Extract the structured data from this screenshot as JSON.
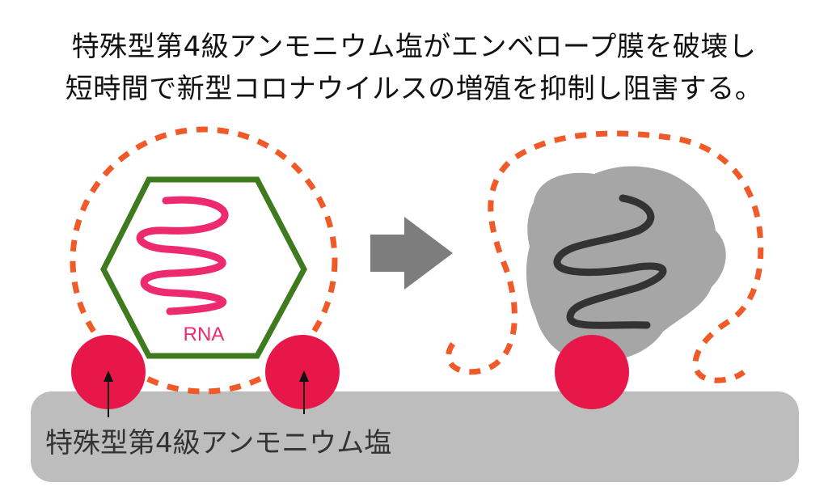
{
  "heading": {
    "line1": "特殊型第4級アンモニウム塩がエンベロープ膜を破壊し",
    "line2": "短時間で新型コロナウイルスの増殖を抑制し阻害する。"
  },
  "diagram": {
    "rna_label": "RNA",
    "bottom_label": "特殊型第4級アンモニウム塩",
    "colors": {
      "envelope": "#f05a28",
      "capsid": "#3e7a1e",
      "rna_intact": "#ee2a6e",
      "rna_damaged": "#333333",
      "salt_particle": "#e8174a",
      "surface": "#bdbdbd",
      "arrow": "#7d7d7d",
      "debris": "#a6a6a6"
    },
    "icons": [
      "arrow-right-icon"
    ]
  }
}
